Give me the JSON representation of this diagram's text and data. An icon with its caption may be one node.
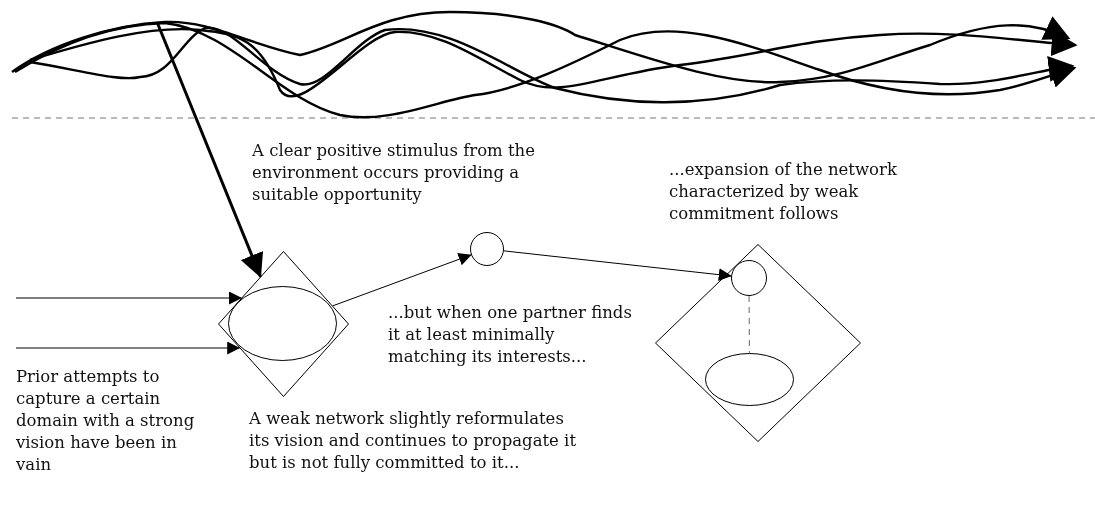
{
  "diagram": {
    "nodes": [
      {
        "text": [],
        "shape": "diamond"
      },
      {
        "text": [],
        "shape": "ellipse",
        "in": 0
      },
      {
        "text": [],
        "shape": "circle"
      },
      {
        "text": [],
        "shape": "diamond"
      },
      {
        "text": [],
        "shape": "circle",
        "in": 3
      },
      {
        "text": [],
        "shape": "ellipse",
        "in": 3
      }
    ],
    "edges": [
      {
        "from": null,
        "to": 0,
        "arrow": "to",
        "style": "thick"
      },
      {
        "from": null,
        "to": 0,
        "arrow": "to"
      },
      {
        "from": null,
        "to": 0,
        "arrow": "to"
      },
      {
        "from": 0,
        "to": 2,
        "arrow": "to"
      },
      {
        "from": 2,
        "to": 4,
        "arrow": "to"
      },
      {
        "from": 4,
        "to": 5,
        "arrow": "none",
        "style": "dashed",
        "color": "#666666"
      }
    ],
    "labels": [
      "A clear positive stimulus from the environment occurs providing a suitable opportunity",
      "...expansion of the network characterized by weak commitment follows",
      "...but when one partner finds it at least minimally matching its interests...",
      "Prior attempts to capture a certain domain with a strong vision have been in vain",
      "A weak network slightly reformulates its vision and continues to propagate it but is not fully committed to it..."
    ]
  }
}
